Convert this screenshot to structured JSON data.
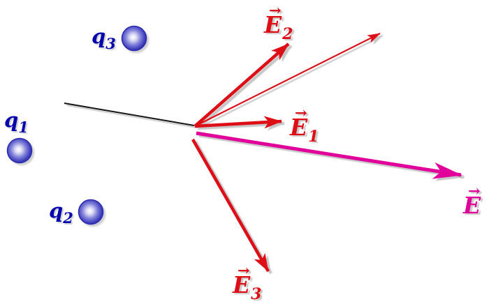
{
  "labels": {
    "q1": {
      "base": "q",
      "sub": "1"
    },
    "q2": {
      "base": "q",
      "sub": "2"
    },
    "q3": {
      "base": "q",
      "sub": "3"
    },
    "E1": {
      "hat": "→",
      "base": "E",
      "sub": "1"
    },
    "E2": {
      "hat": "→",
      "base": "E",
      "sub": "2"
    },
    "E3": {
      "hat": "→",
      "base": "E",
      "sub": "3"
    },
    "E": {
      "hat": "→",
      "base": "E",
      "sub": ""
    }
  },
  "colors": {
    "charge-label-blue": "#0505ae",
    "sphere-rim-blue": "#2a2aae",
    "field-vector-red": "#de0e16",
    "resultant-vector-magenta": "#e2009a",
    "construction-line-black": "#151515"
  }
}
